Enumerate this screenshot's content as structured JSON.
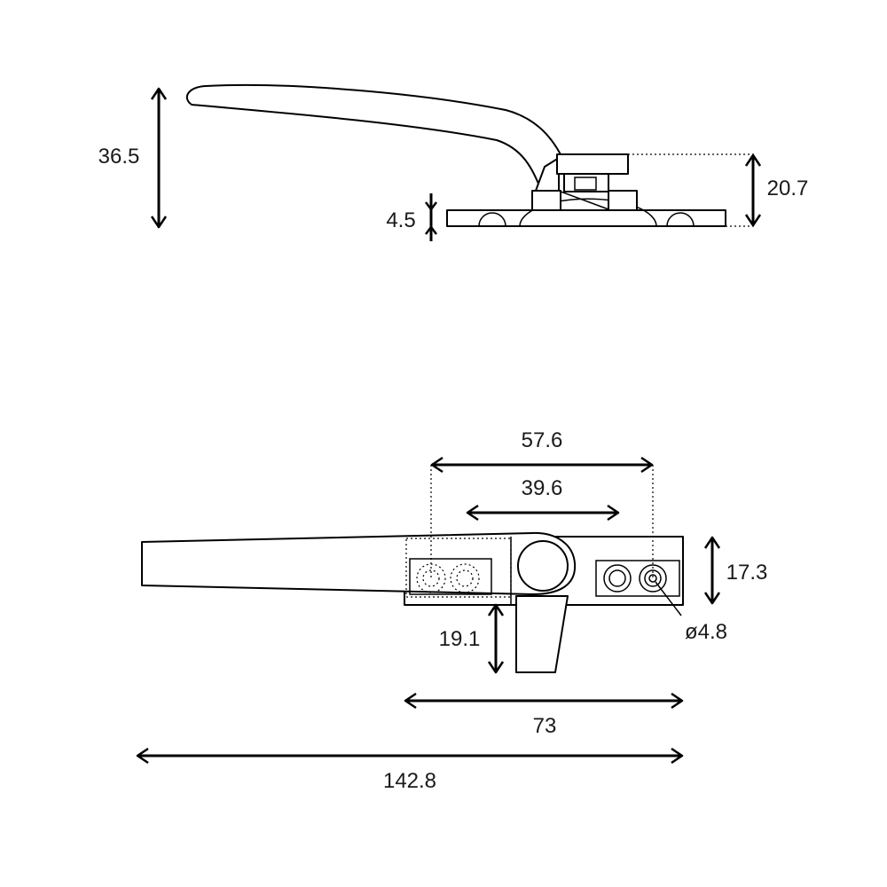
{
  "dimensions": {
    "handle_height": "36.5",
    "body_height": "20.7",
    "base_thickness": "4.5",
    "outer_hole_spacing": "57.6",
    "inner_hole_spacing": "39.6",
    "body_width": "17.3",
    "tongue_length": "19.1",
    "hole_diameter": "ø4.8",
    "base_length": "73",
    "overall_length": "142.8"
  },
  "colors": {
    "line": "#000000",
    "text": "#1a1a1a",
    "background": "#ffffff"
  }
}
